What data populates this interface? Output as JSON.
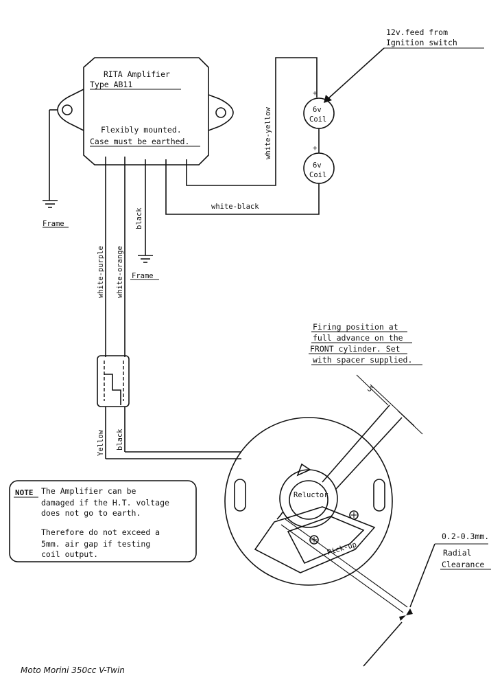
{
  "amplifier": {
    "title": "RITA Amplifier",
    "type": "Type AB11",
    "mount_line1": "Flexibly mounted.",
    "mount_line2": "Case must be earthed."
  },
  "feed": {
    "line1": "12v.feed from",
    "line2": "Ignition switch"
  },
  "coils": {
    "top_line1": "6v",
    "top_line2": "Coil",
    "bottom_line1": "6v",
    "bottom_line2": "Coil",
    "plus_top": "+",
    "plus_bottom": "+"
  },
  "wires": {
    "white_yellow": "white-yellow",
    "white_black": "white-black",
    "black": "black",
    "white_purple": "white-purple",
    "white_orange": "white-orange",
    "yellow": "Yellow",
    "black_lower": "black"
  },
  "grounds": {
    "frame_left": "Frame",
    "frame_center": "Frame"
  },
  "firing": {
    "line1": "Firing position at",
    "line2": "full advance on the",
    "line3": "FRONT cylinder.  Set",
    "line4": "with spacer supplied."
  },
  "dimension": {
    "gap": "5"
  },
  "rotor": {
    "line1": "Reluctor",
    "line2": "Pick-up"
  },
  "note": {
    "label": "NOTE",
    "line1": "The Amplifier can be",
    "line2": "damaged if the H.T. voltage",
    "line3": "does not go to earth.",
    "line4": "Therefore do not exceed a",
    "line5": "5mm. air gap if testing",
    "line6": "coil output."
  },
  "clearance": {
    "line1": "0.2-0.3mm.",
    "line2": "Radial",
    "line3": "Clearance"
  },
  "footer": {
    "handwritten": "Moto Morini 350cc V-Twin"
  }
}
